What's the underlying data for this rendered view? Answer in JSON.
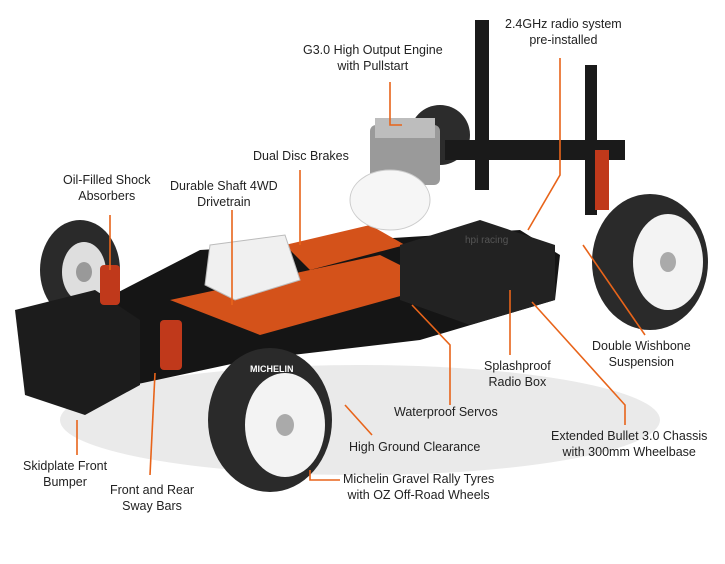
{
  "annotations": [
    {
      "id": "engine",
      "lines": [
        "G3.0 High Output Engine",
        "with Pullstart"
      ]
    },
    {
      "id": "radio-system",
      "lines": [
        "2.4GHz radio system",
        "pre-installed"
      ]
    },
    {
      "id": "disc-brakes",
      "lines": [
        "Dual Disc Brakes"
      ]
    },
    {
      "id": "shocks",
      "lines": [
        "Oil-Filled Shock",
        "Absorbers"
      ]
    },
    {
      "id": "drivetrain",
      "lines": [
        "Durable Shaft 4WD",
        "Drivetrain"
      ]
    },
    {
      "id": "wishbone",
      "lines": [
        "Double Wishbone",
        "Suspension"
      ]
    },
    {
      "id": "radio-box",
      "lines": [
        "Splashproof",
        "Radio Box"
      ]
    },
    {
      "id": "servos",
      "lines": [
        "Waterproof Servos"
      ]
    },
    {
      "id": "chassis",
      "lines": [
        "Extended Bullet 3.0 Chassis",
        "with 300mm Wheelbase"
      ]
    },
    {
      "id": "clearance",
      "lines": [
        "High Ground Clearance"
      ]
    },
    {
      "id": "bumper",
      "lines": [
        "Skidplate Front",
        "Bumper"
      ]
    },
    {
      "id": "sway-bars",
      "lines": [
        "Front and Rear",
        "Sway Bars"
      ]
    },
    {
      "id": "tyres",
      "lines": [
        "Michelin Gravel Rally Tyres",
        "with OZ Off-Road Wheels"
      ]
    }
  ],
  "tyre_brand": "MICHELIN",
  "body_logo": "hpi racing",
  "colors": {
    "leader": "#e8641a",
    "chassis": "#1e1e1e",
    "accent_orange": "#e2571c",
    "wheel": "#f3f3f3",
    "text": "#222222"
  }
}
